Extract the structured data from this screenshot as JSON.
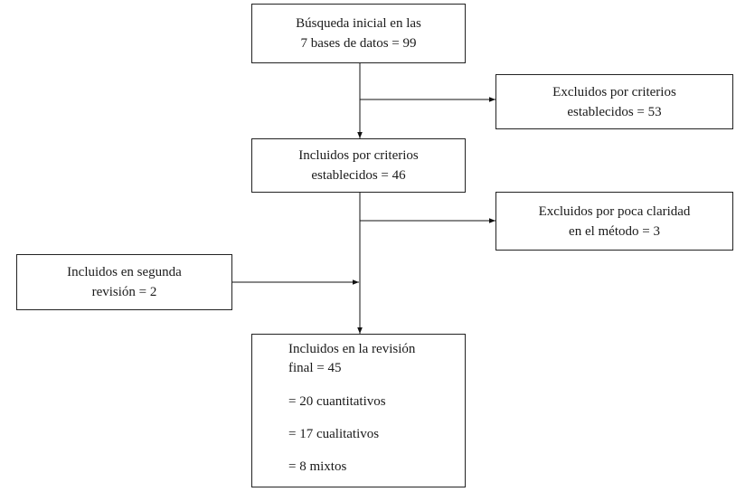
{
  "boxes": {
    "initial": {
      "line1": "Búsqueda inicial en las",
      "line2": "7 bases de datos = 99"
    },
    "excluded_criteria": {
      "line1": "Excluidos por criterios",
      "line2": "establecidos = 53"
    },
    "included_criteria": {
      "line1": "Incluidos por criterios",
      "line2": "establecidos = 46"
    },
    "excluded_method": {
      "line1": "Excluidos por poca claridad",
      "line2": "en el método = 3"
    },
    "second_review": {
      "line1": "Incluidos en segunda",
      "line2": "revisión = 2"
    },
    "final": {
      "line1": "Incluidos en la revisión",
      "line2": "final = 45",
      "items": [
        "= 20 cuantitativos",
        "= 17 cualitativos",
        "= 8 mixtos"
      ]
    }
  }
}
